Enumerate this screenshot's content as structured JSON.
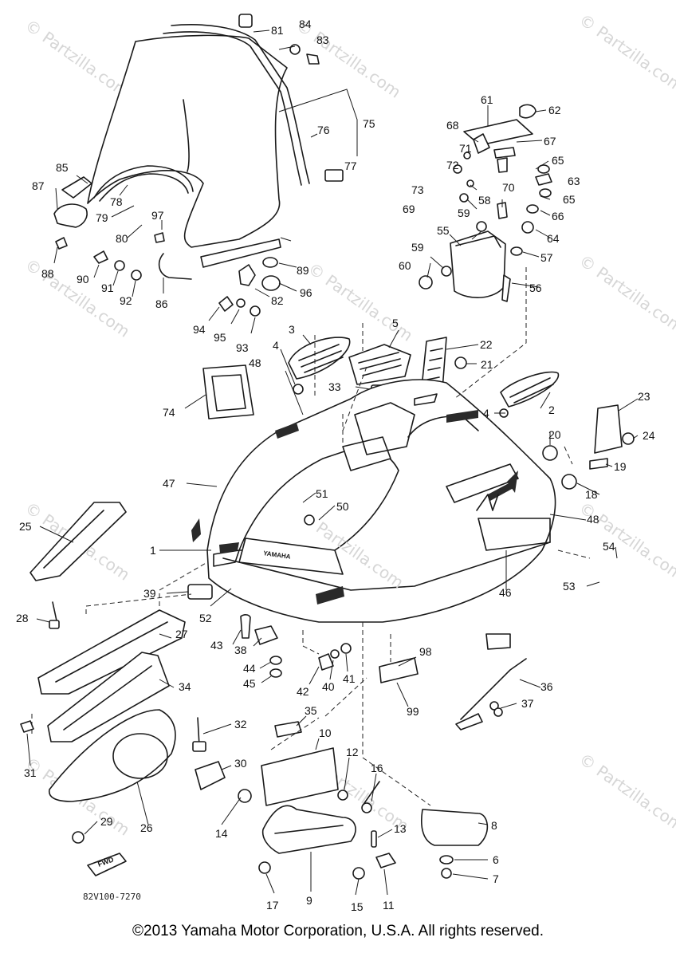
{
  "diagram": {
    "drawing_code": "82V100-7270",
    "watermark": "© Partzilla.com",
    "inline_watermark": "Partzilla.com",
    "brand_text": "YAMAHA",
    "fwd_label": "FWD",
    "callouts": [
      "81",
      "84",
      "83",
      "76",
      "75",
      "85",
      "87",
      "78",
      "77",
      "79",
      "97",
      "80",
      "88",
      "90",
      "91",
      "92",
      "86",
      "89",
      "82",
      "96",
      "94",
      "95",
      "93",
      "61",
      "62",
      "68",
      "67",
      "71",
      "72",
      "65",
      "73",
      "70",
      "63",
      "65",
      "69",
      "58",
      "66",
      "59",
      "64",
      "55",
      "57",
      "59",
      "60",
      "56",
      "3",
      "5",
      "22",
      "4",
      "48",
      "21",
      "33",
      "74",
      "2",
      "23",
      "4",
      "20",
      "24",
      "19",
      "47",
      "51",
      "50",
      "18",
      "25",
      "48",
      "1",
      "54",
      "46",
      "39",
      "53",
      "52",
      "28",
      "27",
      "43",
      "38",
      "44",
      "45",
      "42",
      "40",
      "41",
      "98",
      "34",
      "36",
      "37",
      "99",
      "35",
      "32",
      "10",
      "31",
      "12",
      "16",
      "30",
      "29",
      "26",
      "14",
      "13",
      "8",
      "6",
      "11",
      "7",
      "17",
      "9",
      "15"
    ]
  },
  "copyright": "©2013 Yamaha Motor Corporation, U.S.A. All rights reserved."
}
